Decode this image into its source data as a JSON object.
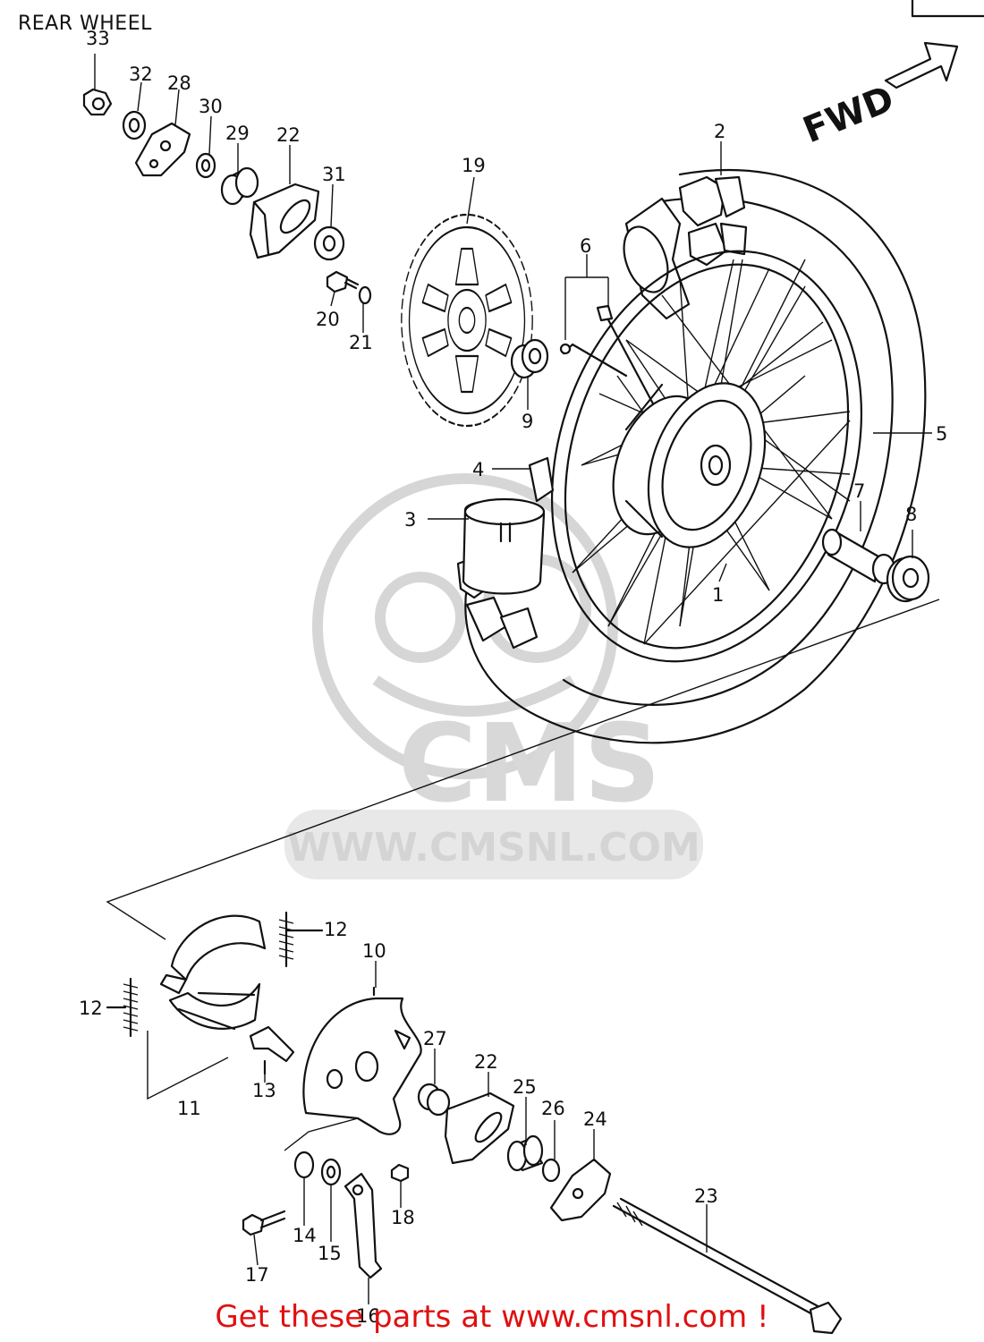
{
  "title": "REAR WHEEL",
  "fwd_label": "FWD",
  "watermark": {
    "brand": "CMS",
    "url": "WWW.CMSNL.COM"
  },
  "footer": "Get these parts at www.cmsnl.com !",
  "part_labels": {
    "p1": "1",
    "p2": "2",
    "p3": "3",
    "p4": "4",
    "p5": "5",
    "p6": "6",
    "p7": "7",
    "p8": "8",
    "p9": "9",
    "p10": "10",
    "p11": "11",
    "p12a": "12",
    "p12b": "12",
    "p13": "13",
    "p14": "14",
    "p15": "15",
    "p16": "16",
    "p17": "17",
    "p18": "18",
    "p19": "19",
    "p20": "20",
    "p21": "21",
    "p22a": "22",
    "p22b": "22",
    "p23": "23",
    "p24": "24",
    "p25": "25",
    "p26": "26",
    "p27": "27",
    "p28": "28",
    "p29": "29",
    "p30": "30",
    "p31": "31",
    "p32": "32",
    "p33": "33"
  }
}
